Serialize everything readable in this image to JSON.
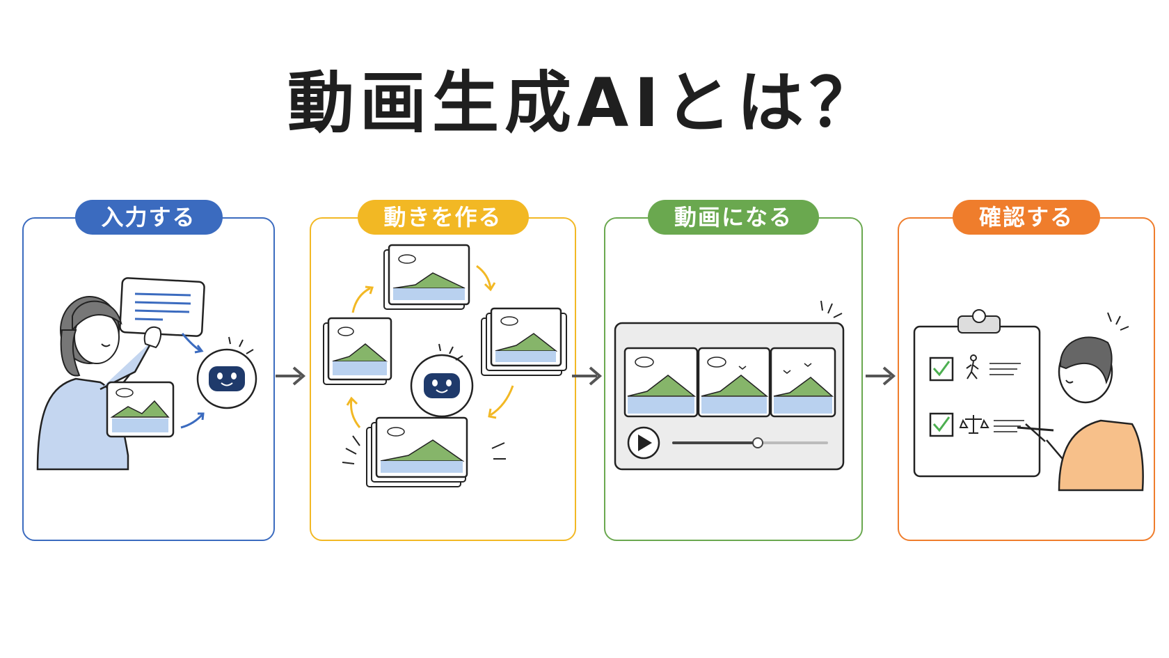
{
  "title": "動画生成AIとは？",
  "steps": [
    {
      "label": "入力する",
      "color": "#3b6bbf"
    },
    {
      "label": "動きを作る",
      "color": "#f2b824"
    },
    {
      "label": "動画になる",
      "color": "#6aa84f"
    },
    {
      "label": "確認する",
      "color": "#ef7d2c"
    }
  ],
  "video_progress": 0.55
}
